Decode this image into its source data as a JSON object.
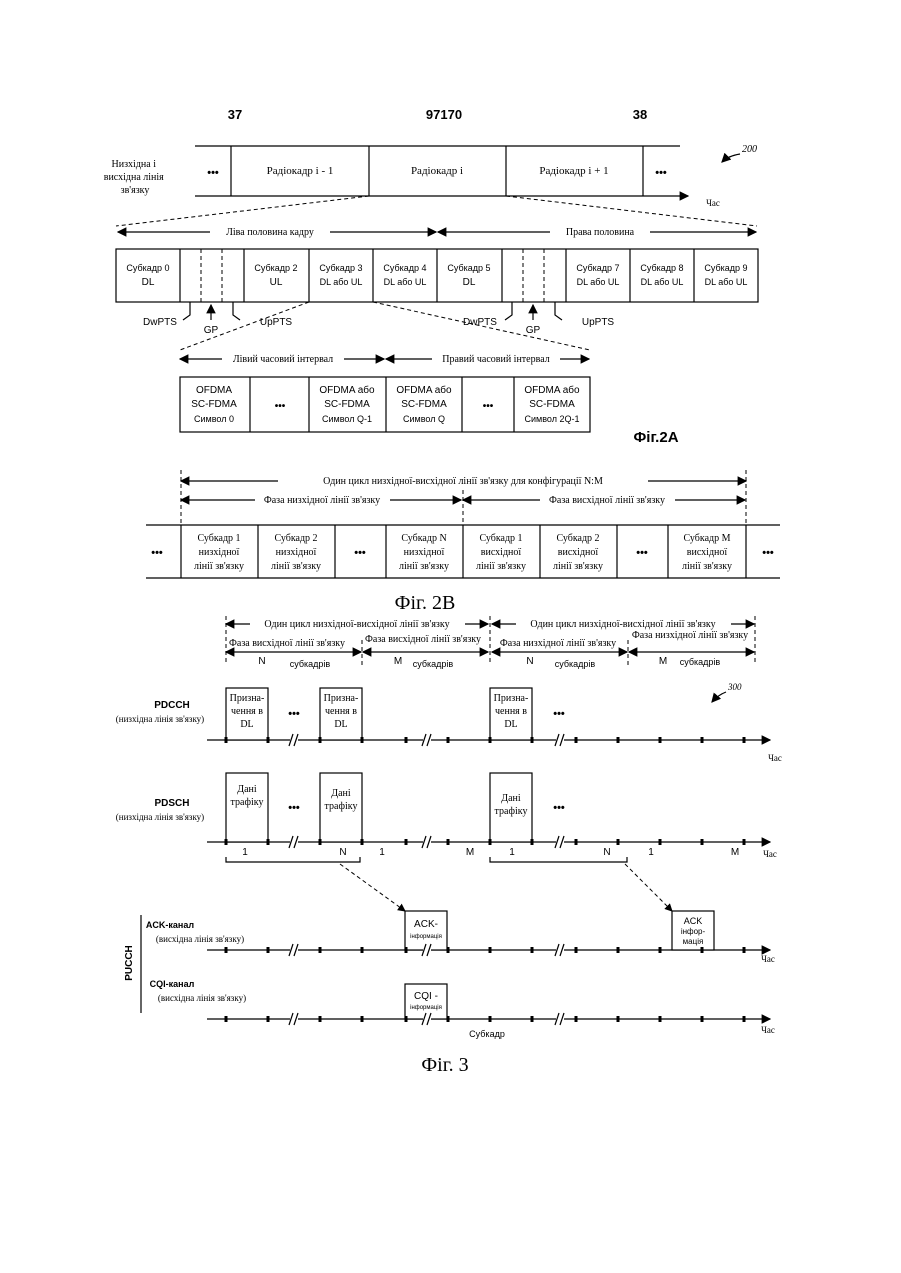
{
  "header": {
    "page_left": "37",
    "doc_number": "97170",
    "page_right": "38"
  },
  "fig2a": {
    "ref": "200",
    "row_label": [
      "Низхідна і",
      "висхідна лінія",
      "зв'язку"
    ],
    "ellipsis": "•••",
    "frames": [
      "Радіокадр  i - 1",
      "Радіокадр  i",
      "Радіокадр  i + 1"
    ],
    "time": "Час",
    "left_half": "Ліва половина кадру",
    "right_half": "Права половина",
    "subframes": [
      [
        "Субкадр  0",
        "DL"
      ],
      [
        "Субкадр  2",
        "UL"
      ],
      [
        "Субкадр  3",
        "DL або UL"
      ],
      [
        "Субкадр  4",
        "DL або UL"
      ],
      [
        "Субкадр  5",
        "DL"
      ],
      [
        "Субкадр  7",
        "DL або UL"
      ],
      [
        "Субкадр  8",
        "DL або UL"
      ],
      [
        "Субкадр  9",
        "DL або UL"
      ]
    ],
    "dwpts": "DwPTS",
    "gp": "GP",
    "uppts": "UpPTS",
    "left_interval": "Лівий часовий інтервал",
    "right_interval": "Правий часовий інтервал",
    "symbols": [
      [
        "OFDMA",
        "SC-FDMA",
        "Символ  0"
      ],
      [
        "OFDMA або",
        "SC-FDMA",
        "Символ  Q-1"
      ],
      [
        "OFDMA або",
        "SC-FDMA",
        "Символ  Q"
      ],
      [
        "OFDMA або",
        "SC-FDMA",
        "Символ  2Q-1"
      ]
    ],
    "caption": "Фіг.2А"
  },
  "fig2b": {
    "cycle": "Один цикл низхідної-висхідної лінії зв'язку для конфігурації N:M",
    "dl_phase": "Фаза низхідної лінії зв'язку",
    "ul_phase": "Фаза висхідної лінії зв'язку",
    "ellipsis": "•••",
    "boxes": [
      [
        "Субкадр 1",
        "низхідної",
        "лінії зв'язку"
      ],
      [
        "Субкадр 2",
        "низхідної",
        "лінії зв'язку"
      ],
      [
        "Субкадр N",
        "низхідної",
        "лінії зв'язку"
      ],
      [
        "Субкадр 1",
        "висхідної",
        "лінії зв'язку"
      ],
      [
        "Субкадр 2",
        "висхідної",
        "лінії зв'язку"
      ],
      [
        "Субкадр M",
        "висхідної",
        "лінії зв'язку"
      ]
    ],
    "caption": "Фіг. 2В"
  },
  "fig3": {
    "ref": "300",
    "cycle": "Один цикл низхідної-висхідної лінії зв'язку",
    "ul_phase": "Фаза висхідної лінії зв'язку",
    "dl_phase": "Фаза низхідної лінії зв'язку",
    "n_label": "N",
    "m_label": "M",
    "subframes_word": "субкадрів",
    "pdcch": "PDCCH",
    "pdcch_sub": "(низхідна лінія зв'язку)",
    "assign": [
      "Призна-",
      "чення в",
      "DL"
    ],
    "pdsch": "PDSCH",
    "pdsch_sub": "(низхідна лінія зв'язку)",
    "data": [
      "Дані",
      "трафіку"
    ],
    "ticks": [
      "1",
      "N",
      "1",
      "M",
      "1",
      "N",
      "1",
      "M"
    ],
    "pucch": "PUCCH",
    "ack_channel": "ACK-канал",
    "ul_sub": "(висхідна лінія зв'язку)",
    "ack_info_1": [
      "ACK-",
      "інформація"
    ],
    "ack_info_2": [
      "ACK",
      "інфор-",
      "мація"
    ],
    "cqi_channel": "CQI-канал",
    "cqi_info": [
      "CQI -",
      "інформація"
    ],
    "subframe": "Субкадр",
    "time": "Час",
    "ellipsis": "•••",
    "caption": "Фіг. 3"
  }
}
